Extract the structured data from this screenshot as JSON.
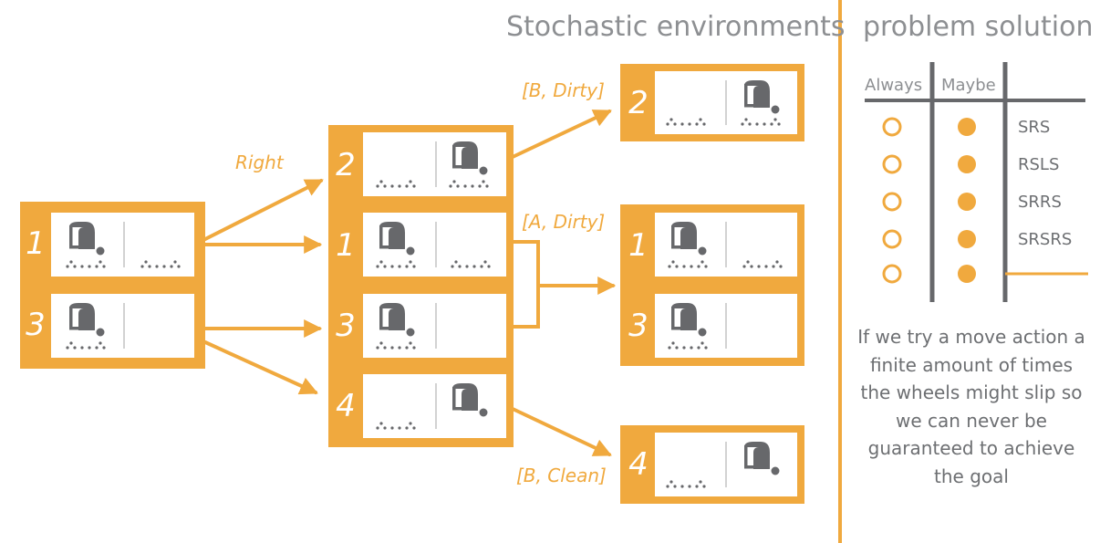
{
  "slide": {
    "title": "Stochastic environments",
    "panel_title": "problem solution"
  },
  "table": {
    "columns": [
      "Always",
      "Maybe"
    ],
    "rows": [
      {
        "plan": "SRS"
      },
      {
        "plan": "RSLS"
      },
      {
        "plan": "SRRS"
      },
      {
        "plan": "SRSRS"
      },
      {
        "plan": ""
      }
    ]
  },
  "note": "If we try a move action a finite amount of times the wheels might slip so we can never be guaranteed to achieve the goal",
  "diagram": {
    "action_label": "Right",
    "percepts": [
      "[B, Dirty]",
      "[A, Dirty]",
      "[B, Clean]"
    ],
    "belief_states": [
      {
        "id": "initial",
        "states": [
          "1",
          "3"
        ]
      },
      {
        "id": "after-right",
        "states": [
          "2",
          "1",
          "3",
          "4"
        ]
      },
      {
        "id": "result-b-dirty",
        "states": [
          "2"
        ]
      },
      {
        "id": "result-a-dirty",
        "states": [
          "1",
          "3"
        ]
      },
      {
        "id": "result-b-clean",
        "states": [
          "4"
        ]
      }
    ]
  },
  "colors": {
    "accent": "#f0a93e",
    "gray": "#67686b",
    "divider": "#c2c2c2",
    "text": "#8d8f92"
  }
}
